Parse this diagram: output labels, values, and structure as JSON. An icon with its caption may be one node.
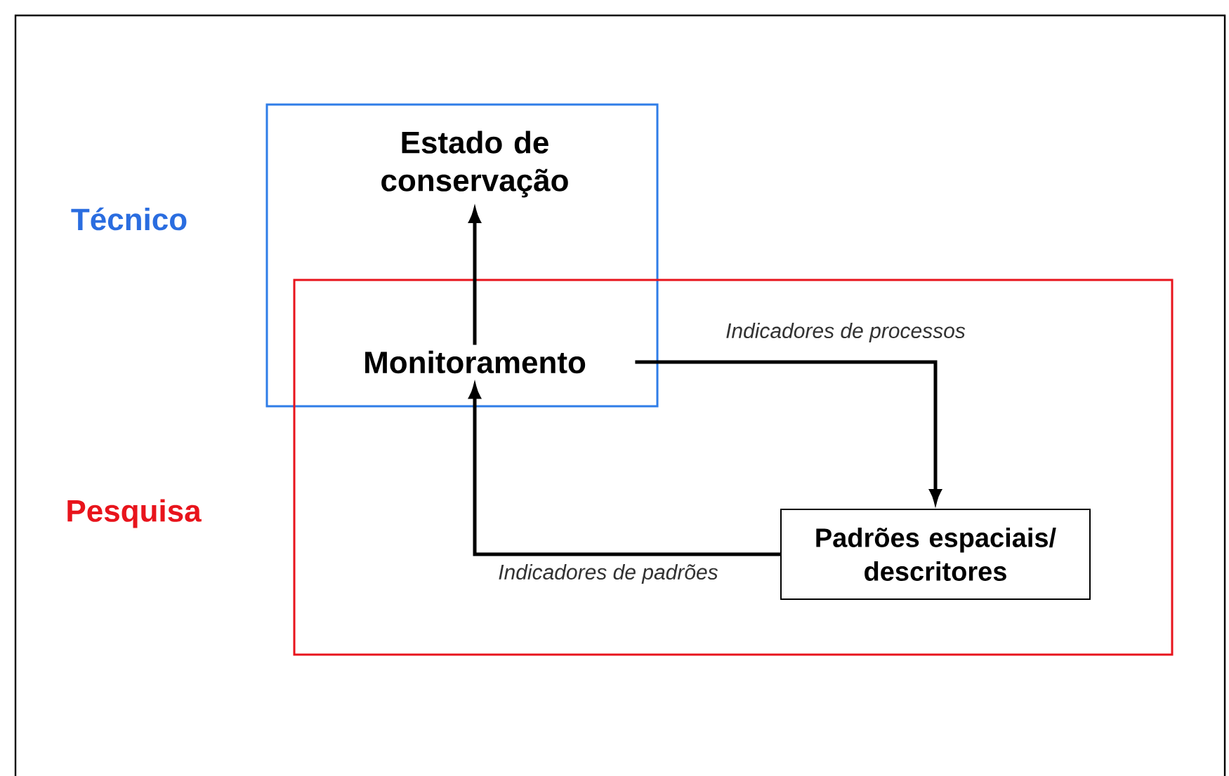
{
  "diagram": {
    "nodes": [
      {
        "text": [
          "Técnico"
        ]
      },
      {
        "text": [
          "Pesquisa"
        ]
      },
      {
        "text": [
          "Estado de conservação"
        ],
        "in": 0
      },
      {
        "text": [
          "Monitoramento"
        ]
      },
      {
        "text": [
          "Padrões espaciais/ descritores"
        ],
        "in": 1
      }
    ],
    "edges": [
      {
        "from": 3,
        "to": 2,
        "arrow": "to"
      },
      {
        "from": 3,
        "to": 4,
        "arrow": "to",
        "label": "Indicadores de processos"
      },
      {
        "from": 4,
        "to": 3,
        "arrow": "to",
        "label": "Indicadores de padrões"
      }
    ]
  }
}
